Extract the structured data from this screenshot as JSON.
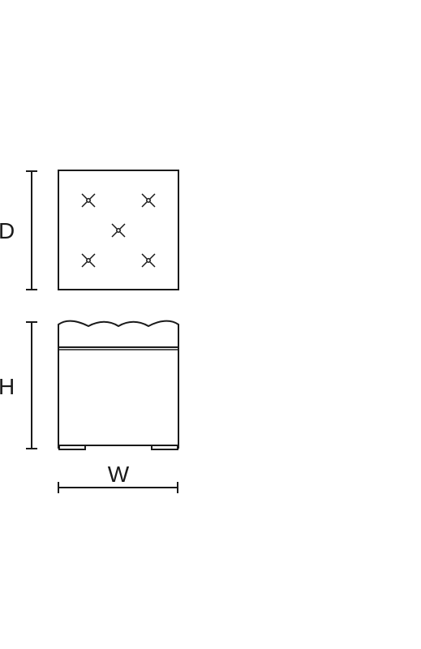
{
  "labels": {
    "depth": "D",
    "height": "H",
    "width": "W"
  },
  "colors": {
    "line": "#1a1a1a",
    "background": "#ffffff"
  }
}
